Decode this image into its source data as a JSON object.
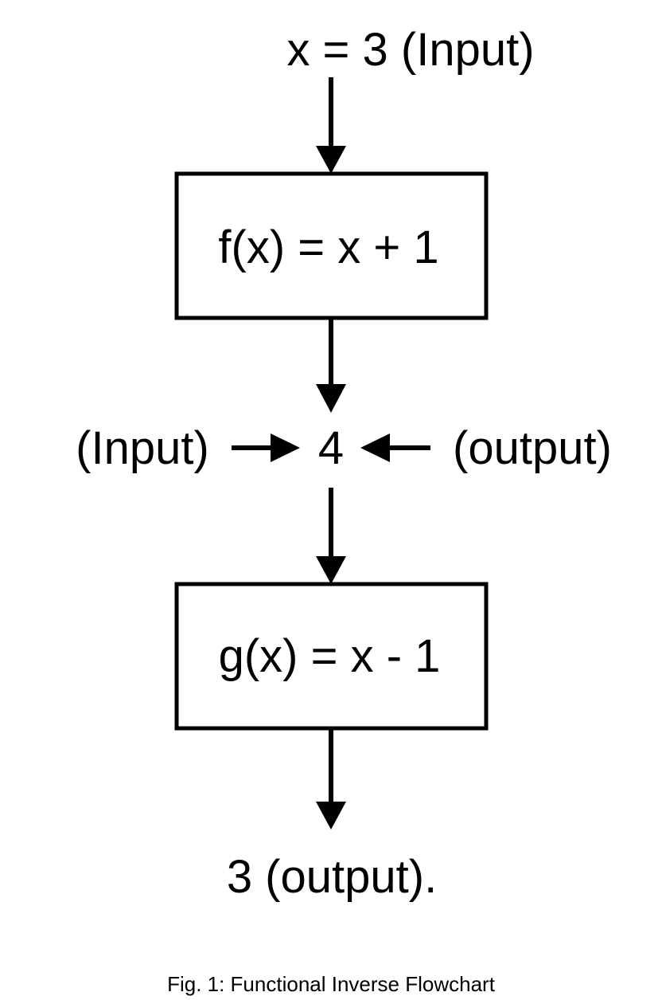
{
  "diagram": {
    "input_label": "x = 3 (Input)",
    "box_f": "f(x) = x + 1",
    "middle_left_label": "(Input)",
    "middle_value": "4",
    "middle_right_label": "(output)",
    "box_g": "g(x) = x - 1",
    "output_label": "3 (output).",
    "caption": "Fig. 1: Functional Inverse Flowchart"
  },
  "colors": {
    "stroke": "#000000",
    "background": "#ffffff"
  }
}
